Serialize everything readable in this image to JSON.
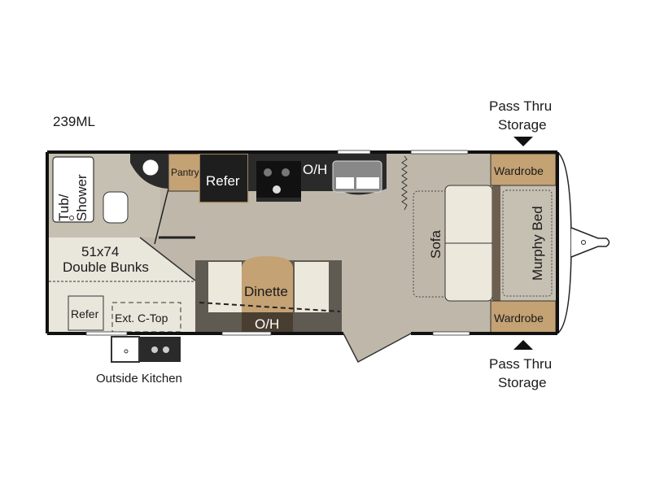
{
  "model": "239ML",
  "labels": {
    "pass_thru_top_1": "Pass Thru",
    "pass_thru_top_2": "Storage",
    "pass_thru_bottom_1": "Pass Thru",
    "pass_thru_bottom_2": "Storage",
    "tub": "Tub/",
    "shower": "Shower",
    "pantry": "Pantry",
    "refer": "Refer",
    "oh_kitchen": "O/H",
    "bunks_size": "51x74",
    "bunks_name": "Double Bunks",
    "outside_refer": "Refer",
    "ext_ctop": "Ext. C-Top",
    "dinette": "Dinette",
    "oh_dinette": "O/H",
    "sofa": "Sofa",
    "murphy_bed": "Murphy Bed",
    "wardrobe_top": "Wardrobe",
    "wardrobe_bottom": "Wardrobe",
    "outside_kitchen": "Outside Kitchen"
  },
  "colors": {
    "floor": "#bfb8aa",
    "tan": "#c4a274",
    "cream": "#ece8dc",
    "dark": "#1e1e1e"
  }
}
